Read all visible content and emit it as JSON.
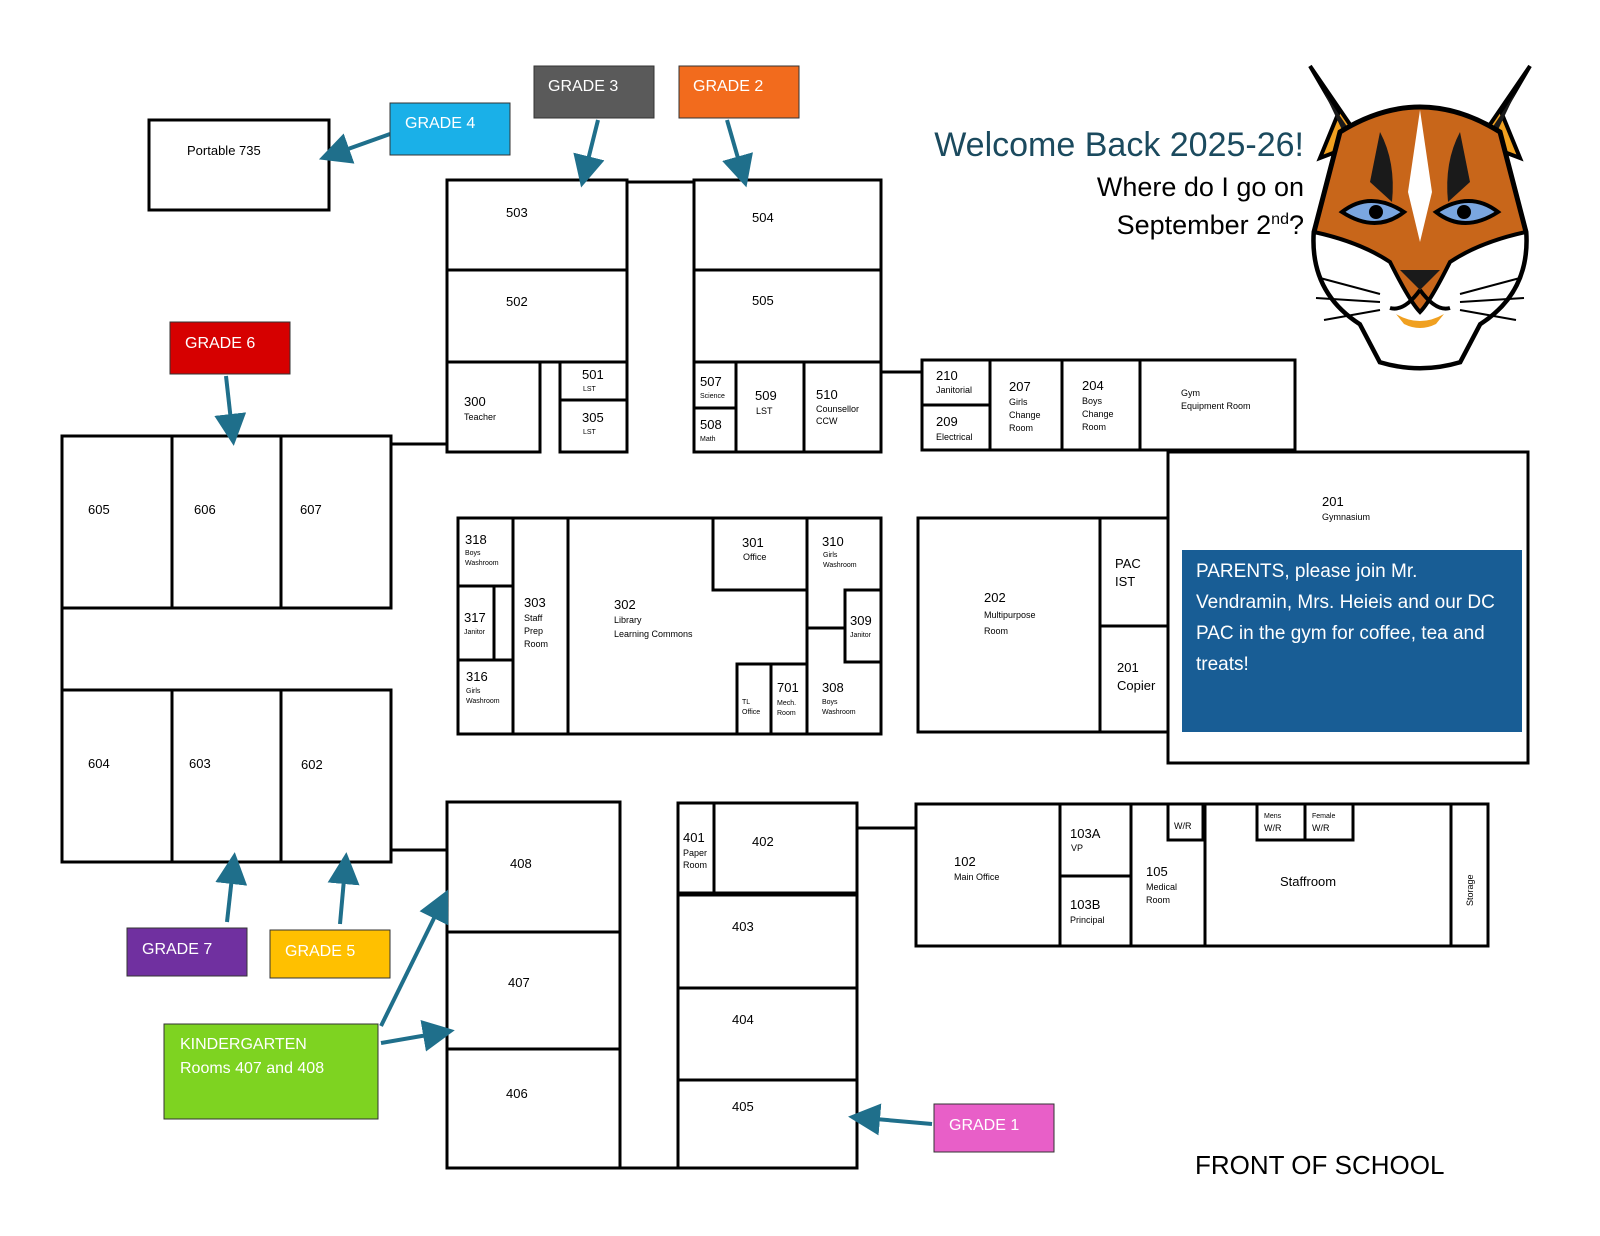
{
  "header": {
    "welcome": "Welcome Back 2025-26!",
    "where_line1": "Where do I go on",
    "where_line2_pre": "September 2",
    "where_line2_sup": "nd",
    "where_line2_post": "?"
  },
  "footer": {
    "front": "FRONT OF SCHOOL"
  },
  "parents_note": "PARENTS, please join Mr. Vendramin, Mrs. Heieis and our DC PAC in the gym for coffee, tea and treats!",
  "grade_labels": {
    "grade1": "GRADE 1",
    "grade2": "GRADE 2",
    "grade3": "GRADE 3",
    "grade4": "GRADE 4",
    "grade5": "GRADE 5",
    "grade6": "GRADE 6",
    "grade7": "GRADE 7",
    "kindergarten_line1": "KINDERGARTEN",
    "kindergarten_line2": "Rooms 407 and 408"
  },
  "colors": {
    "grade1": "#e85fc8",
    "grade2": "#f26b1d",
    "grade3": "#5a5a5a",
    "grade4": "#1ab0e8",
    "grade5": "#ffc000",
    "grade6": "#d60000",
    "grade7": "#7030a0",
    "kindergarten": "#7ed321",
    "arrow": "#1f6f8b",
    "parents": "#185d95"
  },
  "rooms": {
    "portable": "Portable 735",
    "r503": "503",
    "r502": "502",
    "r300": "300",
    "r300s": "Teacher",
    "r501": "501",
    "r501s": "LST",
    "r305": "305",
    "r305s": "LST",
    "r504": "504",
    "r505": "505",
    "r507": "507",
    "r507s": "Science",
    "r508": "508",
    "r508s": "Math",
    "r509": "509",
    "r509s": "LST",
    "r510": "510",
    "r510s1": "Counsellor",
    "r510s2": "CCW",
    "r210": "210",
    "r210s": "Janitorial",
    "r209": "209",
    "r209s": "Electrical",
    "r207": "207",
    "r207s1": "Girls",
    "r207s2": "Change",
    "r207s3": "Room",
    "r204": "204",
    "r204s1": "Boys",
    "r204s2": "Change",
    "r204s3": "Room",
    "gym_eq1": "Gym",
    "gym_eq2": "Equipment Room",
    "r201": "201",
    "r201s": "Gymnasium",
    "r605": "605",
    "r606": "606",
    "r607": "607",
    "r604": "604",
    "r603": "603",
    "r602": "602",
    "r318": "318",
    "r318s1": "Boys",
    "r318s2": "Washroom",
    "r317": "317",
    "r317s": "Janitor",
    "r316": "316",
    "r316s1": "Girls",
    "r316s2": "Washroom",
    "r303": "303",
    "r303s1": "Staff",
    "r303s2": "Prep",
    "r303s3": "Room",
    "r302": "302",
    "r302s1": "Library",
    "r302s2": "Learning Commons",
    "r301": "301",
    "r301s": "Office",
    "r310": "310",
    "r310s1": "Girls",
    "r310s2": "Washroom",
    "r309": "309",
    "r309s": "Janitor",
    "tl1": "TL",
    "tl2": "Office",
    "r701": "701",
    "r701s1": "Mech.",
    "r701s2": "Room",
    "r308": "308",
    "r308s1": "Boys",
    "r308s2": "Washroom",
    "r202": "202",
    "r202s1": "Multipurpose",
    "r202s2": "Room",
    "pac1": "PAC",
    "pac2": "IST",
    "r201c": "201",
    "r201cs": "Copier",
    "r408": "408",
    "r407": "407",
    "r406": "406",
    "r401": "401",
    "r401s1": "Paper",
    "r401s2": "Room",
    "r402": "402",
    "r403": "403",
    "r404": "404",
    "r405": "405",
    "r102": "102",
    "r102s": "Main Office",
    "r103a": "103A",
    "r103as": "VP",
    "r103b": "103B",
    "r103bs": "Principal",
    "wr": "W/R",
    "r105": "105",
    "r105s1": "Medical",
    "r105s2": "Room",
    "mens1": "Mens",
    "mens2": "W/R",
    "female1": "Female",
    "female2": "W/R",
    "staffroom": "Staffroom",
    "storage": "Storage"
  }
}
